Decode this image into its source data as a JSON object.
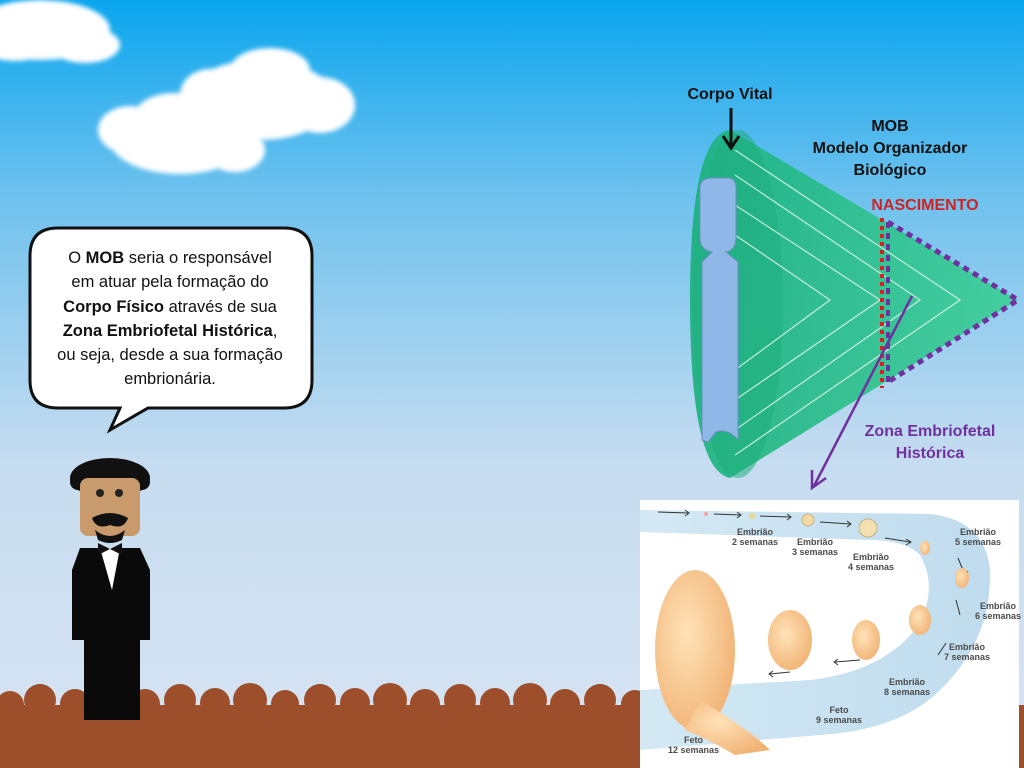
{
  "speech_bubble": {
    "line1_a": "O ",
    "line1_b": "MOB",
    "line1_c": " seria o responsável",
    "line2": "em atuar pela formação do",
    "line3_a": "Corpo Físico",
    "line3_b": " através de sua",
    "line4_a": "Zona Embriofetal Histórica",
    "line4_b": ",",
    "line5": "ou seja, desde a sua formação",
    "line6": "embrionária."
  },
  "diagram": {
    "corpo_vital": "Corpo Vital",
    "mob_title": "MOB",
    "mob_line2": "Modelo Organizador",
    "mob_line3": "Biológico",
    "nascimento": "NASCIMENTO",
    "zona_line1": "Zona Embriofetal",
    "zona_line2": "Histórica"
  },
  "development_stages": [
    {
      "name": "Embrião",
      "period": "2 semanas"
    },
    {
      "name": "Embrião",
      "period": "3 semanas"
    },
    {
      "name": "Embrião",
      "period": "4 semanas"
    },
    {
      "name": "Embrião",
      "period": "5 semanas"
    },
    {
      "name": "Embrião",
      "period": "6 semanas"
    },
    {
      "name": "Embrião",
      "period": "7 semanas"
    },
    {
      "name": "Embrião",
      "period": "8 semanas"
    },
    {
      "name": "Feto",
      "period": "9 semanas"
    },
    {
      "name": "Feto",
      "period": "12 semanas"
    }
  ],
  "colors": {
    "cone": "#2bbd8a",
    "nascimento_line": "#d42121",
    "zona": "#7030a0",
    "ground": "#a0522d"
  }
}
